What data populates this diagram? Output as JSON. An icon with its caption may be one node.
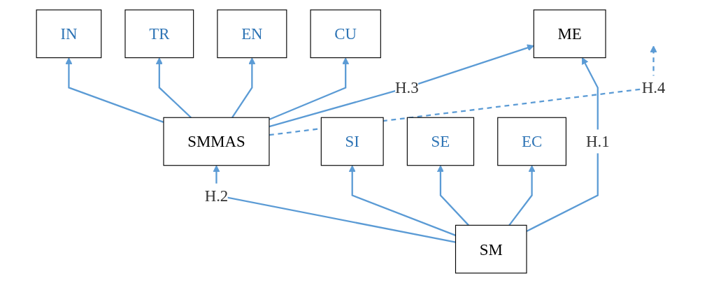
{
  "diagram": {
    "nodes": [
      {
        "text": [
          "IN"
        ]
      },
      {
        "text": [
          "TR"
        ]
      },
      {
        "text": [
          "EN"
        ]
      },
      {
        "text": [
          "CU"
        ]
      },
      {
        "text": [
          "SMMAS"
        ]
      },
      {
        "text": [
          "SI"
        ]
      },
      {
        "text": [
          "SE"
        ]
      },
      {
        "text": [
          "SM"
        ]
      },
      {
        "text": [
          "ME"
        ]
      },
      {
        "text": [
          "EC"
        ]
      }
    ],
    "edges": [
      {
        "from": 4,
        "to": 0,
        "arrow": "to"
      },
      {
        "from": 4,
        "to": 1,
        "arrow": "to"
      },
      {
        "from": 4,
        "to": 2,
        "arrow": "to"
      },
      {
        "from": 4,
        "to": 3,
        "arrow": "to"
      },
      {
        "from": 7,
        "to": 5,
        "arrow": "to"
      },
      {
        "from": 7,
        "to": 6,
        "arrow": "to"
      },
      {
        "from": 7,
        "to": 9,
        "arrow": "to"
      },
      {
        "from": 7,
        "to": 4,
        "arrow": "to",
        "label": "H.2"
      },
      {
        "from": 4,
        "to": 8,
        "arrow": "to",
        "label": "H.3"
      },
      {
        "from": 4,
        "to": null,
        "arrow": "to",
        "label": "H.4",
        "style": "dashed"
      },
      {
        "from": 7,
        "to": 8,
        "arrow": "to",
        "label": "H.1"
      }
    ]
  }
}
